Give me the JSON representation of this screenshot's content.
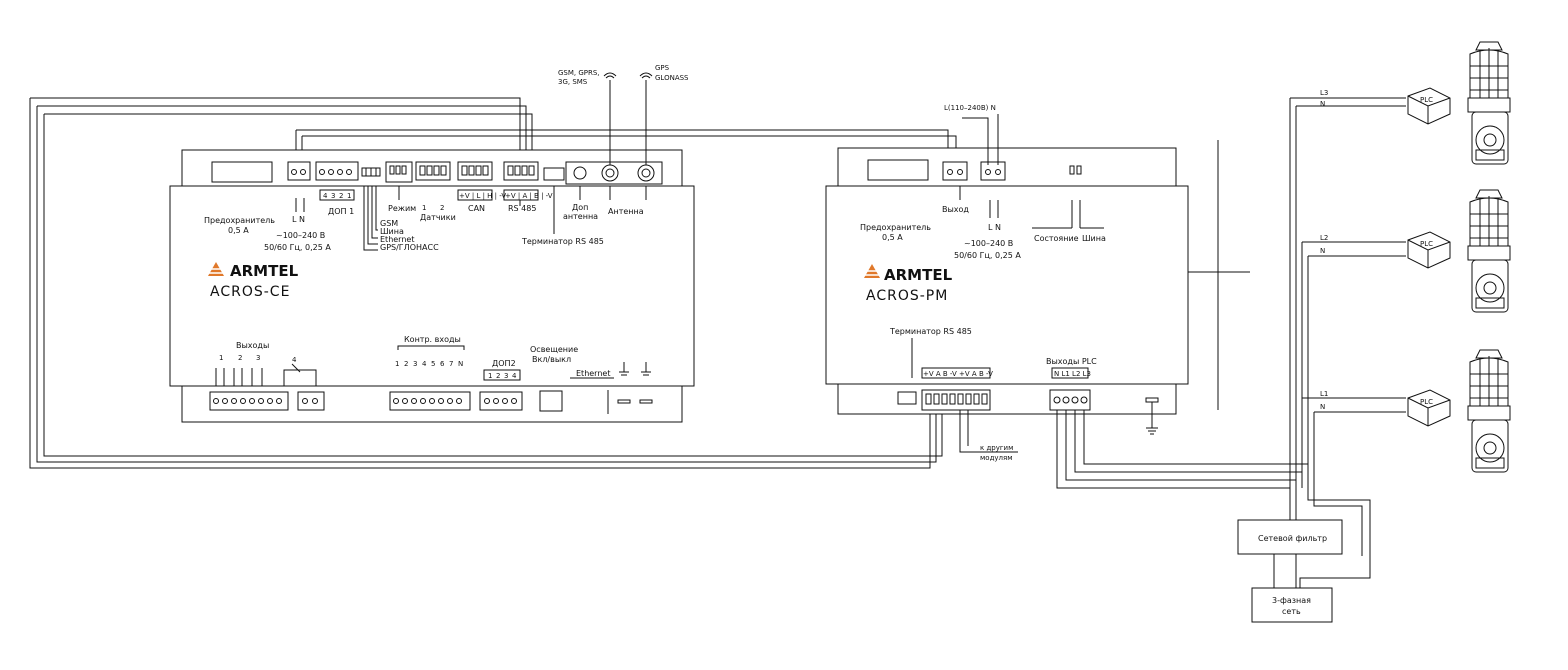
{
  "ce": {
    "brand": "ARMTEL",
    "model": "ACROS-CE",
    "fuse_l1": "Предохранитель",
    "fuse_l2": "0,5 А",
    "pwr_ln": "L  N",
    "pwr_l1": "~100–240 В",
    "pwr_l2": "50/60 Гц, 0,25 А",
    "dop1": "ДОП 1",
    "dop1_pins": [
      "4",
      "3",
      "2",
      "1"
    ],
    "leds": [
      "GSM",
      "Шина",
      "Ethernet",
      "GPS/ГЛОНАСС"
    ],
    "mode": "Режим",
    "sensors": "Датчики",
    "sensor_nums": [
      "1",
      "2"
    ],
    "can": "CAN",
    "can_pins": "+V | L | H | -V",
    "rs485": "RS 485",
    "rs485_pins": "+V | A | B | -V",
    "dop_ant_l1": "Доп",
    "dop_ant_l2": "антенна",
    "antenna": "Антенна",
    "terminator": "Терминатор RS 485",
    "outputs": "Выходы",
    "output_nums": [
      "1",
      "2",
      "3",
      "4"
    ],
    "ctrl_inputs": "Контр. входы",
    "ctrl_nums": [
      "1",
      "2",
      "3",
      "4",
      "5",
      "6",
      "7",
      "N"
    ],
    "dop2": "ДОП2",
    "dop2_pins": [
      "1",
      "2",
      "3",
      "4"
    ],
    "light_l1": "Освещение",
    "light_l2": "Вкл/выкл",
    "ethernet": "Ethernet"
  },
  "antennas": {
    "gsm_l1": "GSM, GPRS,",
    "gsm_l2": "3G, SMS",
    "gps_l1": "GPS",
    "gps_l2": "GLONASS"
  },
  "pm": {
    "brand": "ARMTEL",
    "model": "ACROS-PM",
    "supply": "L(110–240В)  N",
    "fuse_l1": "Предохранитель",
    "fuse_l2": "0,5 А",
    "output": "Выход",
    "pwr_ln": "L  N",
    "pwr_l1": "~100–240 В",
    "pwr_l2": "50/60 Гц, 0,25 А",
    "state": "Состояние",
    "bus": "Шина",
    "terminator": "Терминатор RS 485",
    "plc_outputs": "Выходы PLC",
    "plc_pins": "N  L1 L2 L3",
    "rs_pins": "+V A B -V +V A B -V",
    "other_l1": "к другим",
    "other_l2": "модулям"
  },
  "phases": {
    "l3": "L3",
    "l2": "L2",
    "l1": "L1",
    "n": "N",
    "plc": "PLC"
  },
  "filter": "Сетевой фильтр",
  "grid_l1": "3-фазная",
  "grid_l2": "сеть",
  "colors": {
    "line": "#111111",
    "brand": "#e0782a"
  }
}
